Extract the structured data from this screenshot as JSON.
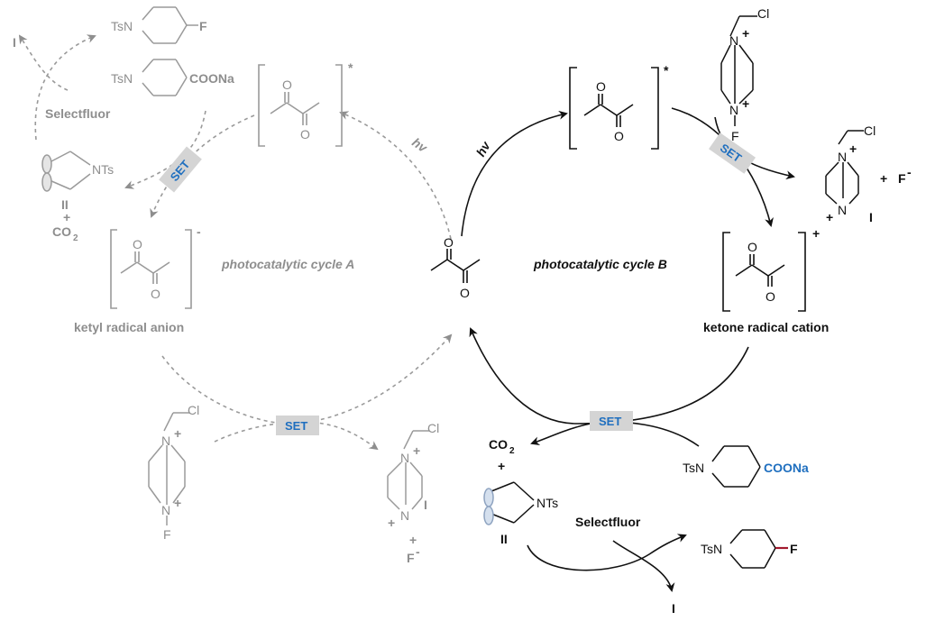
{
  "labels": {
    "cycle_a": "photocatalytic cycle A",
    "cycle_b": "photocatalytic cycle B",
    "ketyl": "ketyl radical anion",
    "cation": "ketone radical cation",
    "selectfluor": "Selectfluor",
    "hv": "hv",
    "set": "SET",
    "co2": "CO",
    "co2_sub": "2",
    "plus": "+",
    "fminus": "F",
    "minus_sup": "-",
    "roman1": "I",
    "roman2": "II",
    "star": "*",
    "ts": "TsN",
    "nts": "NTs",
    "coona": "COONa",
    "f": "F",
    "cl": "Cl",
    "o": "O",
    "n": "N",
    "equals": "="
  },
  "colors": {
    "gray": "#8e8e8e",
    "black": "#111111",
    "blue": "#1f6fbf",
    "badge": "#d4d4d4",
    "bond_red": "#a3192e"
  }
}
